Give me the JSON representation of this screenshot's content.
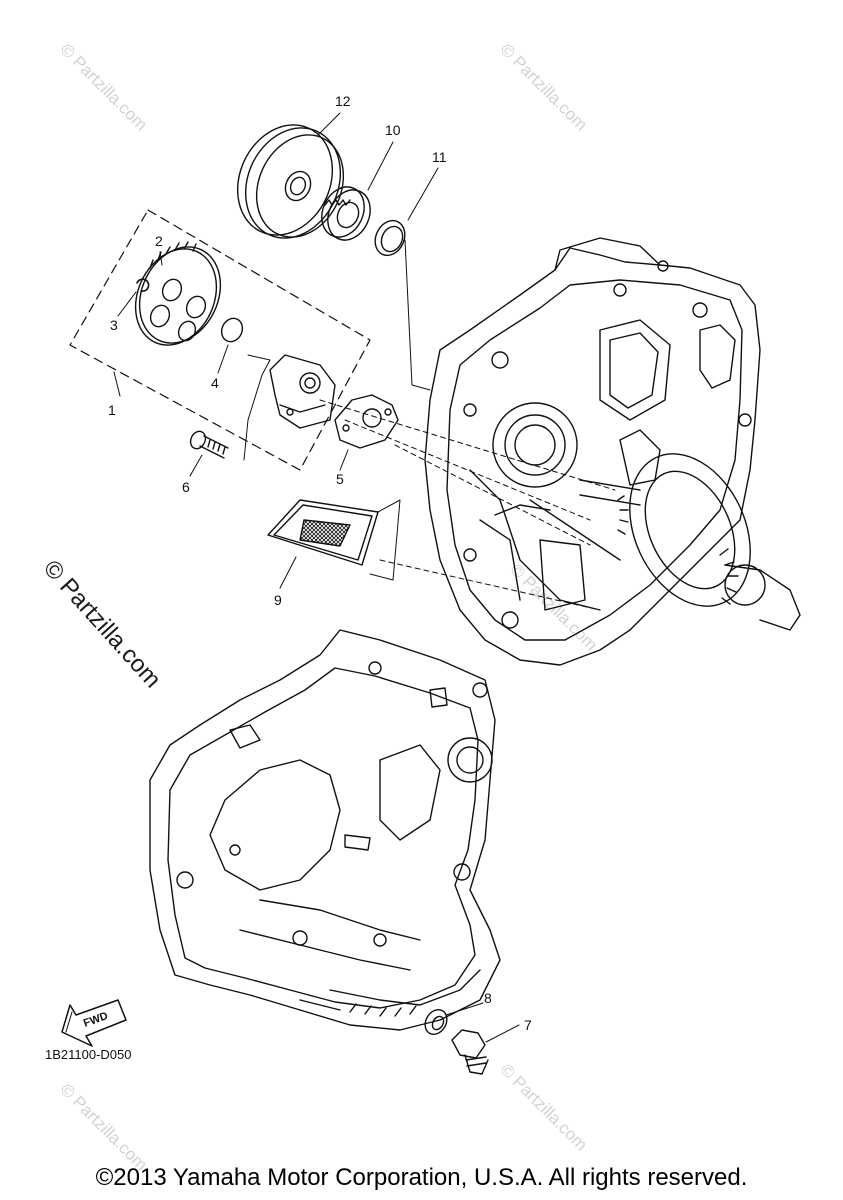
{
  "diagram": {
    "type": "exploded-parts-diagram",
    "callouts": [
      "1",
      "2",
      "3",
      "4",
      "5",
      "6",
      "7",
      "8",
      "9",
      "10",
      "11",
      "12"
    ],
    "fwd_label": "FWD",
    "ref_code": "1B21100-D050",
    "line_color": "#111111"
  },
  "watermarks": {
    "small_text": "© Partzilla.com",
    "large_text": "© Partzilla.com",
    "small_color": "#d2d2d2"
  },
  "footer": {
    "copyright": "©2013 Yamaha Motor Corporation, U.S.A. All rights reserved."
  }
}
